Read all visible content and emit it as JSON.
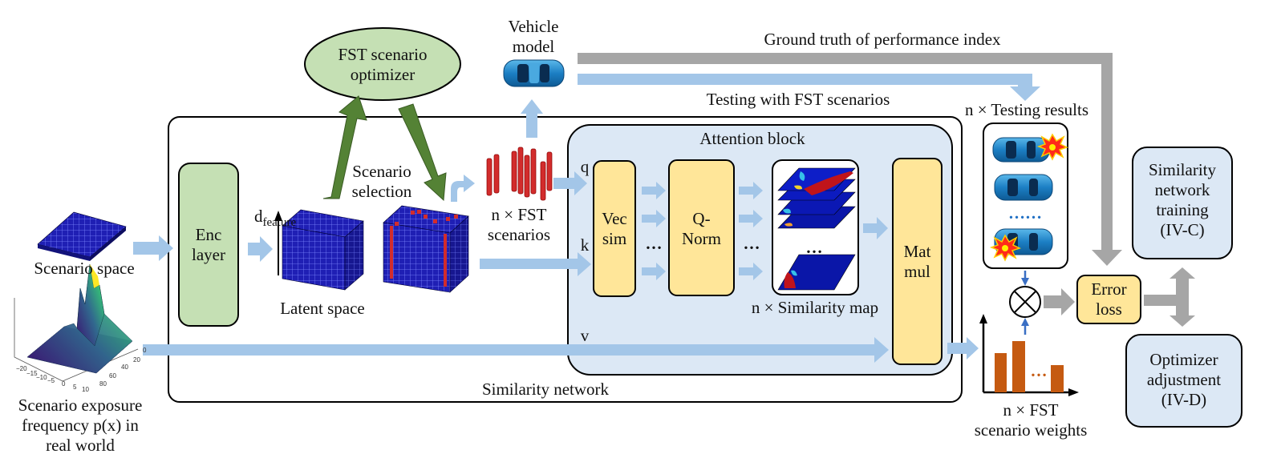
{
  "colors": {
    "accent_blue_arrow": "#a3c6e8",
    "green_box": "#c5e0b4",
    "dark_green_arrow": "#548235",
    "attention_bg": "#dce8f5",
    "yellow_box": "#ffe699",
    "red_mark": "#d22c2c",
    "gray_arrow": "#a6a6a6",
    "bar_orange": "#c55a11",
    "cube_blue": "#1f1fb4",
    "right_box_fill": "#dce8f5"
  },
  "labels": {
    "fst_optimizer": "FST scenario\noptimizer",
    "vehicle_model": "Vehicle\nmodel",
    "ground_truth": "Ground truth of performance index",
    "testing_with_fst": "Testing with FST scenarios",
    "testing_results": "n × Testing results",
    "attention_block": "Attention block",
    "scenario_selection": "Scenario\nselection",
    "d_feature_main": "d",
    "d_feature_sub": "feature",
    "enc_layer": "Enc\nlayer",
    "latent_space": "Latent space",
    "scenario_space": "Scenario space",
    "fst_scenarios": "n × FST\nscenarios",
    "q": "q",
    "k": "k",
    "v": "v",
    "vec_sim": "Vec\nsim",
    "q_norm": "Q-\nNorm",
    "mat_mul": "Mat\nmul",
    "similarity_map": "n × Similarity map",
    "similarity_network": "Similarity network",
    "exposure_freq": "Scenario exposure\nfrequency p(x) in\nreal world",
    "fst_weights": "n × FST\nscenario weights",
    "error_loss": "Error\nloss",
    "sim_net_training": "Similarity\nnetwork\ntraining\n(IV-C)",
    "optimizer_adjust": "Optimizer\nadjustment\n(IV-D)",
    "dots": "…",
    "dots_blue": "……",
    "dots_orange": "…",
    "otimes": "⊗"
  },
  "plot_ticks": {
    "y_axis": [
      "−20",
      "−15",
      "−10",
      "−5",
      "0",
      "5",
      "10"
    ],
    "x_axis": [
      "0",
      "20",
      "40",
      "60",
      "80"
    ]
  }
}
